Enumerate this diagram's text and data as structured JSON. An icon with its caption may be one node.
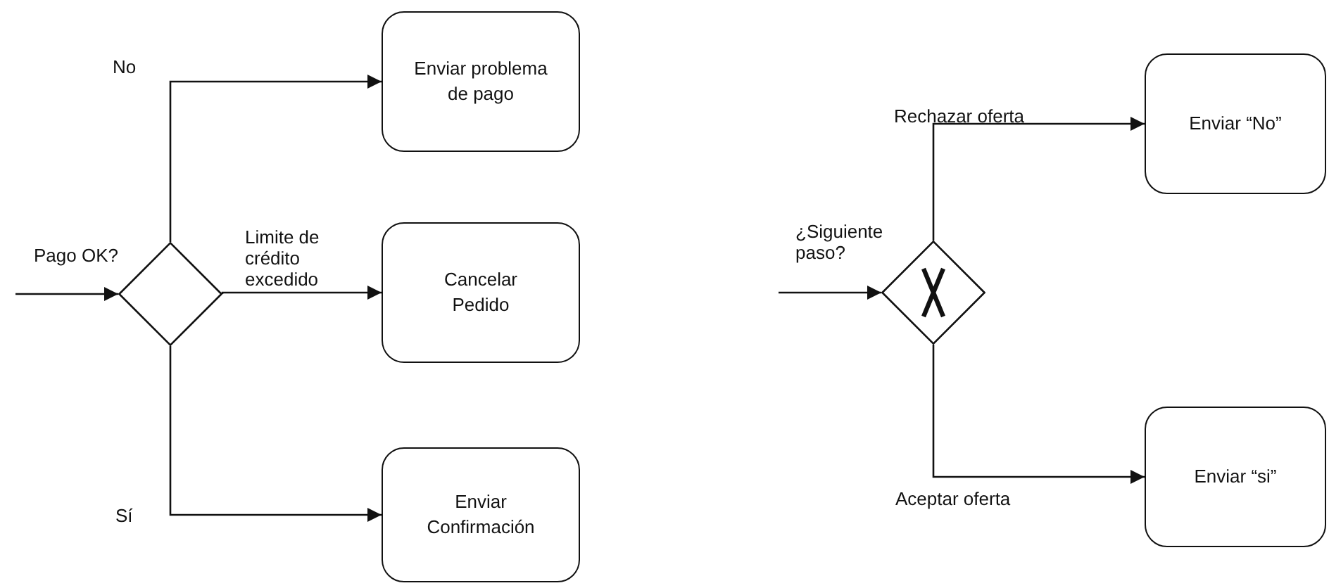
{
  "diagram": {
    "nodes": [
      {
        "text": [],
        "shape": "diamond",
        "beside": [
          "Pago OK?"
        ]
      },
      {
        "text": [
          "Enviar problema de pago"
        ]
      },
      {
        "text": [
          "Cancelar Pedido"
        ]
      },
      {
        "text": [
          "Enviar Confirmación"
        ]
      },
      {
        "text": [],
        "shape": "diamond",
        "beside": [
          "¿Siguiente paso?"
        ]
      },
      {
        "text": [
          "Enviar “No”"
        ]
      },
      {
        "text": [
          "Enviar “si”"
        ]
      }
    ],
    "edges": [
      {
        "from": null,
        "to": 0,
        "arrow": "to"
      },
      {
        "from": 0,
        "to": 1,
        "arrow": "to",
        "label": "No"
      },
      {
        "from": 0,
        "to": 2,
        "arrow": "to",
        "label": "Limite de crédito excedido"
      },
      {
        "from": 0,
        "to": 3,
        "arrow": "to",
        "label": "Sí"
      },
      {
        "from": null,
        "to": 4,
        "arrow": "to"
      },
      {
        "from": 4,
        "to": 5,
        "arrow": "to",
        "label": "Rechazar oferta"
      },
      {
        "from": 4,
        "to": 6,
        "arrow": "to",
        "label": "Aceptar oferta"
      }
    ]
  }
}
